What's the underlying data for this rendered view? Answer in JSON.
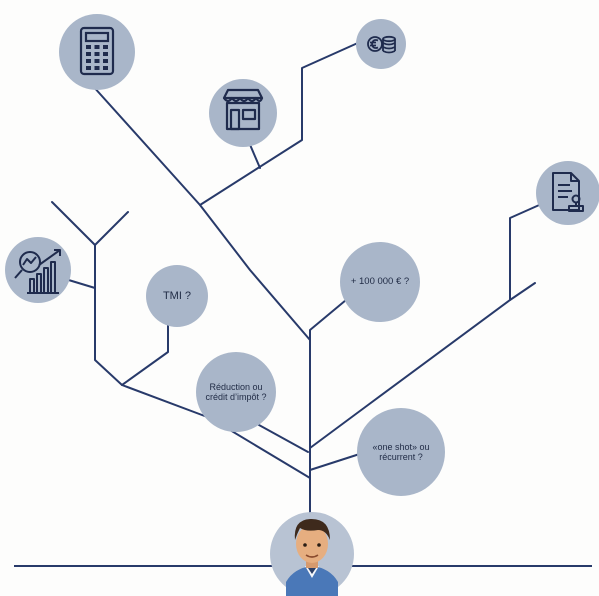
{
  "bubbles": {
    "tmi": "TMI ?",
    "amount": "+ 100 000 € ?",
    "reduction": "Réduction ou crédit d’impôt ?",
    "recurrence": "«one shot» ou récurrent ?"
  },
  "icons": {
    "calculator": "calculator-icon",
    "shop": "shop-icon",
    "coins": "coins-euro-icon",
    "document": "document-stamp-icon",
    "chart": "chart-magnifier-icon",
    "person": "person-avatar"
  },
  "colors": {
    "line": "#283a6a",
    "circle": "#a9b6c9",
    "circle_light": "#b8c3d3",
    "icon": "#1f2b4d",
    "text": "#1f2a44"
  }
}
